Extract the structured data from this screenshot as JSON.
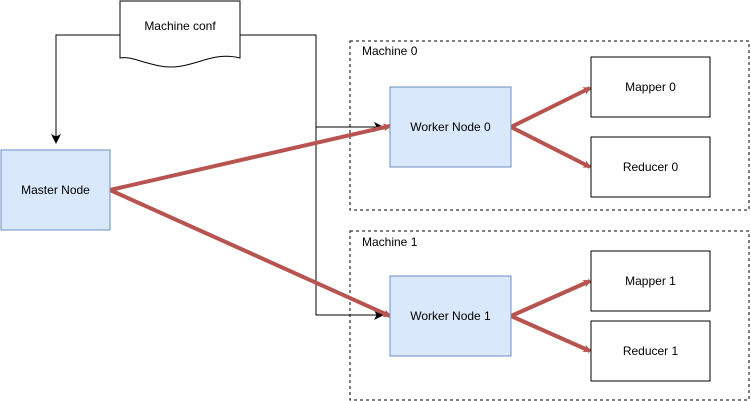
{
  "diagram": {
    "document": {
      "label": "Machine conf"
    },
    "master": {
      "label": "Master Node"
    },
    "groups": [
      {
        "label": "Machine 0"
      },
      {
        "label": "Machine 1"
      }
    ],
    "workers": [
      {
        "label": "Worker Node 0"
      },
      {
        "label": "Worker Node 1"
      }
    ],
    "tasks": [
      {
        "label": "Mapper 0"
      },
      {
        "label": "Reducer 0"
      },
      {
        "label": "Mapper 1"
      },
      {
        "label": "Reducer 1"
      }
    ],
    "colors": {
      "node_fill": "#dae8fc",
      "node_stroke": "#6c8ebf",
      "arrow": "#b85450",
      "line": "#000000"
    }
  }
}
